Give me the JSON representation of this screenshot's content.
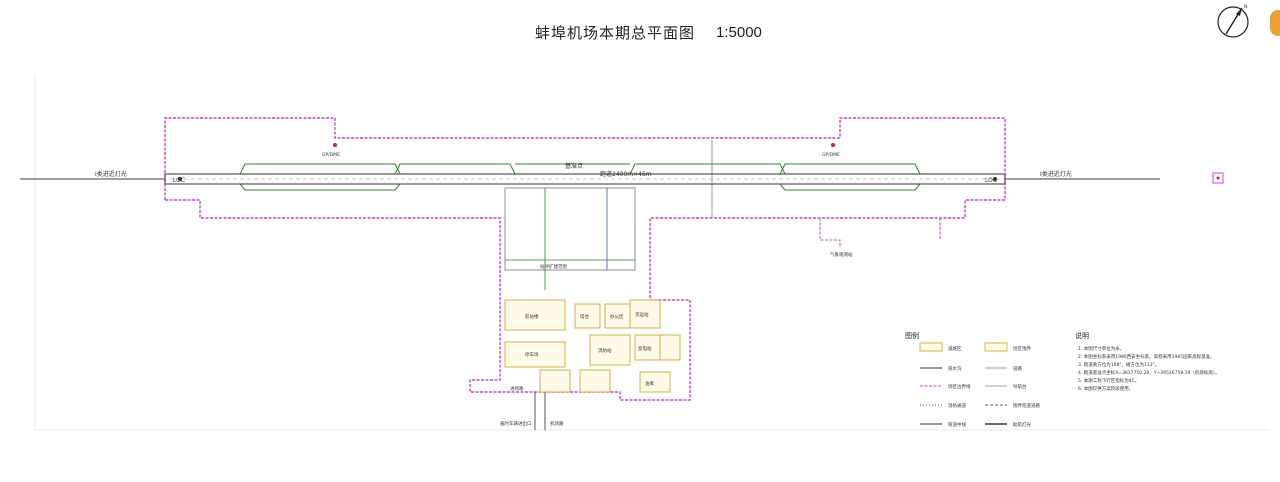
{
  "title": "蚌埠机场本期总平面图",
  "scale": "1:5000",
  "north_label": "N",
  "runway": {
    "label": "跑道2400m×45m",
    "centerline_note": "基准点",
    "left_label": "I类进近灯光",
    "right_label": "I类进近灯光",
    "loc_left": "LOC",
    "loc_right": "LOC",
    "gp_left": "GP/DME",
    "gp_right": "GP/DME"
  },
  "apron": {
    "label": "站坪扩建范围",
    "tower": "塔台",
    "terminal": "航站楼",
    "parking": "停车场",
    "road": "进场路",
    "fire": "消防站",
    "power": "变电站",
    "office": "办公区",
    "cargo": "货运站",
    "fuel": "油库",
    "weather": "气象观测站",
    "entrance": "机场路",
    "outer": "临时车辆进出口"
  },
  "legend": {
    "heading": "图例",
    "items": [
      "道路区",
      "场区围界",
      "排水沟",
      "道路",
      "场区边界线",
      "导航台",
      "消防通道",
      "围界巡逻道路",
      "跑道中线",
      "助航灯光"
    ]
  },
  "notes": {
    "heading": "说明",
    "lines": [
      "1. 本图尺寸单位为米。",
      "2. 本图坐标系采用1980西安坐标系，高程采用1985国家高程基准。",
      "3. 跑道真方位为108°，磁方位为113°。",
      "4. 跑道基准点坐标X=3637750.28，Y=39526758.19（机场标高）。",
      "5. 本期工程飞行区指标为4C。",
      "6. 本图仅供方案阶段使用。"
    ]
  },
  "colors": {
    "fence": "#cc44cc",
    "runway": "#555555",
    "grass": "#2a8a2a",
    "building": "#d4b040",
    "accent": "#f0a030"
  }
}
